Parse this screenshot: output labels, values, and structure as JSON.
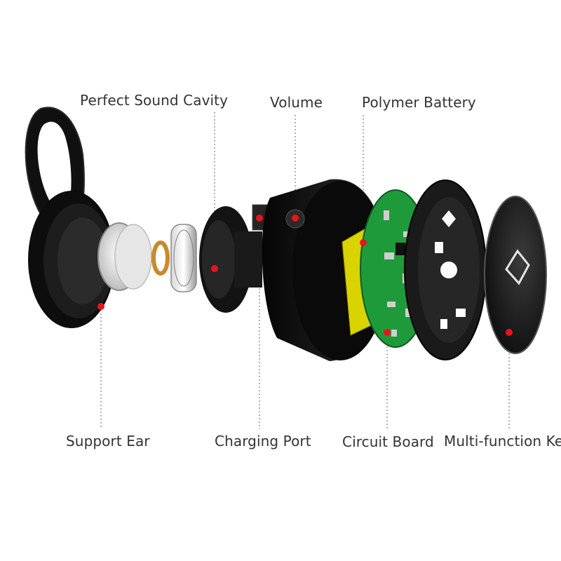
{
  "labels": {
    "perfect_sound_cavity": "Perfect Sound Cavity",
    "volume": "Volume",
    "polymer_battery": "Polymer Battery",
    "support_ear": "Support Ear",
    "charging_port": "Charging Port",
    "circuit_board": "Circuit Board",
    "multi_function_key": "Multi-function Key"
  },
  "colors": {
    "marker": "#e8141c",
    "leader_line": "#9a9a9a",
    "label_text": "#333333",
    "pcb_green": "#1f9a3a",
    "battery_yellow": "#d9d400",
    "housing_black": "#141414"
  }
}
